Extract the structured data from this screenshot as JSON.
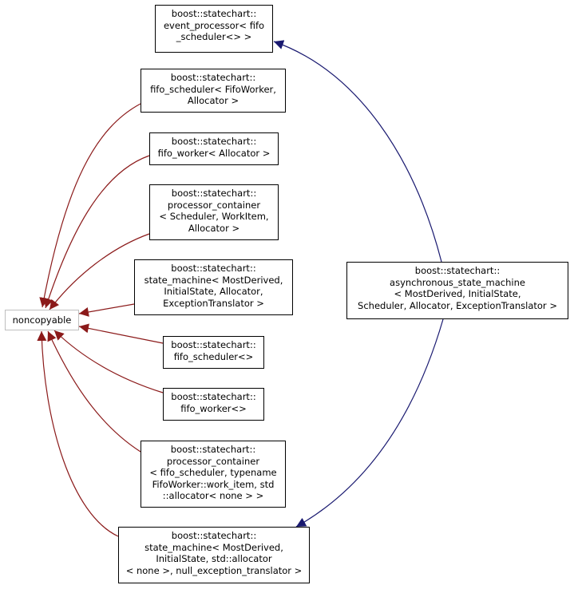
{
  "nodes": {
    "event_processor": [
      "boost::statechart::",
      "event_processor< fifo",
      "_scheduler<> >"
    ],
    "fifo_scheduler_tpl": [
      "boost::statechart::",
      "fifo_scheduler< FifoWorker,",
      "Allocator >"
    ],
    "fifo_worker_tpl": [
      "boost::statechart::",
      "fifo_worker< Allocator >"
    ],
    "processor_container_tpl": [
      "boost::statechart::",
      "processor_container",
      "< Scheduler, WorkItem,",
      "Allocator >"
    ],
    "state_machine_tpl": [
      "boost::statechart::",
      "state_machine< MostDerived,",
      "InitialState, Allocator,",
      "ExceptionTranslator >"
    ],
    "noncopyable": [
      "noncopyable"
    ],
    "fifo_scheduler": [
      "boost::statechart::",
      "fifo_scheduler<>"
    ],
    "fifo_worker": [
      "boost::statechart::",
      "fifo_worker<>"
    ],
    "processor_container_inst": [
      "boost::statechart::",
      "processor_container",
      "< fifo_scheduler, typename",
      "FifoWorker::work_item, std",
      "::allocator< none > >"
    ],
    "state_machine_inst": [
      "boost::statechart::",
      "state_machine< MostDerived,",
      "InitialState, std::allocator",
      "< none >, null_exception_translator >"
    ],
    "async_state_machine": [
      "boost::statechart::",
      "asynchronous_state_machine",
      "< MostDerived, InitialState,",
      "Scheduler, Allocator, ExceptionTranslator >"
    ]
  },
  "colors": {
    "inherit_edge": "#8b1a1a",
    "use_edge": "#191970",
    "node_border": "#000000",
    "root_border": "#bfbfbf"
  }
}
